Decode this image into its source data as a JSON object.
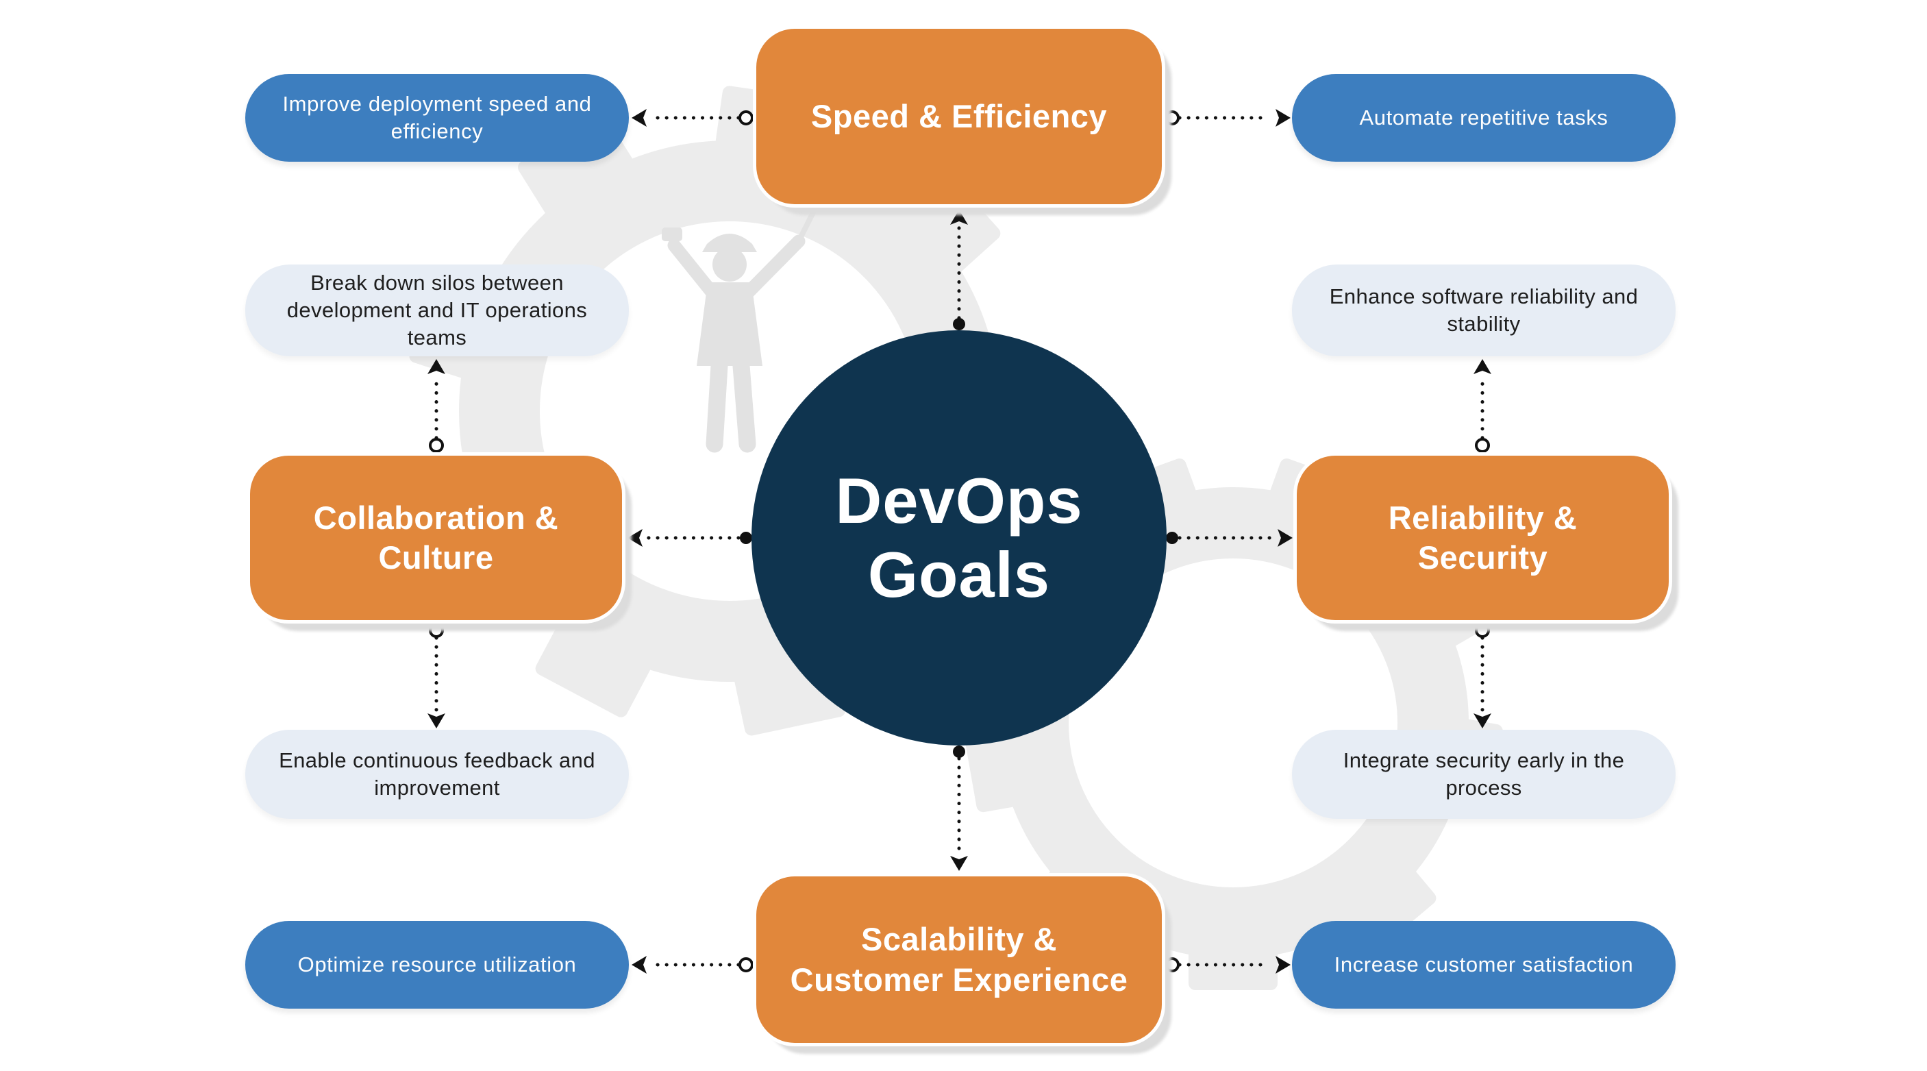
{
  "diagram": {
    "center": {
      "label": "DevOps\nGoals"
    },
    "categories": {
      "speed": {
        "label": "Speed & Efficiency"
      },
      "collaboration": {
        "label": "Collaboration &\nCulture"
      },
      "reliability": {
        "label": "Reliability &\nSecurity"
      },
      "scalability": {
        "label": "Scalability &\nCustomer Experience"
      }
    },
    "details": {
      "improve_deployment": {
        "label": "Improve deployment speed and\nefficiency"
      },
      "automate_tasks": {
        "label": "Automate repetitive tasks"
      },
      "break_silos": {
        "label": "Break down silos between\ndevelopment and IT operations\nteams"
      },
      "enhance_reliability": {
        "label": "Enhance software reliability and\nstability"
      },
      "continuous_feedback": {
        "label": "Enable continuous feedback and\nimprovement"
      },
      "integrate_security": {
        "label": "Integrate security early in the\nprocess"
      },
      "optimize_resources": {
        "label": "Optimize resource utilization"
      },
      "customer_satisfaction": {
        "label": "Increase customer satisfaction"
      }
    },
    "colors": {
      "category_orange": "#E1873B",
      "hub_navy": "#0F344F",
      "detail_blue": "#3D7EBF",
      "detail_light": "#E7EDF5",
      "gear_gray": "#ECECEC",
      "connector_black": "#111111"
    }
  }
}
